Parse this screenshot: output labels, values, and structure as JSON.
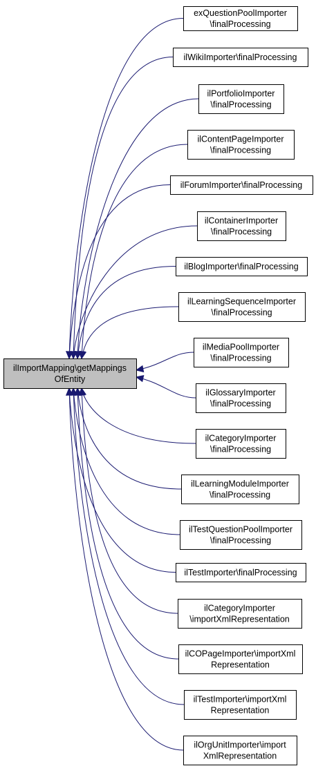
{
  "diagram": {
    "root": {
      "lines": [
        "ilImportMapping\\getMappings",
        "OfEntity"
      ],
      "fill": "#bfbfbf"
    },
    "callers": [
      {
        "lines": [
          "exQuestionPoolImporter",
          "\\finalProcessing"
        ]
      },
      {
        "lines": [
          "ilWikiImporter\\finalProcessing"
        ]
      },
      {
        "lines": [
          "ilPortfolioImporter",
          "\\finalProcessing"
        ]
      },
      {
        "lines": [
          "ilContentPageImporter",
          "\\finalProcessing"
        ]
      },
      {
        "lines": [
          "ilForumImporter\\finalProcessing"
        ]
      },
      {
        "lines": [
          "ilContainerImporter",
          "\\finalProcessing"
        ]
      },
      {
        "lines": [
          "ilBlogImporter\\finalProcessing"
        ]
      },
      {
        "lines": [
          "ilLearningSequenceImporter",
          "\\finalProcessing"
        ]
      },
      {
        "lines": [
          "ilMediaPoolImporter",
          "\\finalProcessing"
        ]
      },
      {
        "lines": [
          "ilGlossaryImporter",
          "\\finalProcessing"
        ]
      },
      {
        "lines": [
          "ilCategoryImporter",
          "\\finalProcessing"
        ]
      },
      {
        "lines": [
          "ilLearningModuleImporter",
          "\\finalProcessing"
        ]
      },
      {
        "lines": [
          "ilTestQuestionPoolImporter",
          "\\finalProcessing"
        ]
      },
      {
        "lines": [
          "ilTestImporter\\finalProcessing"
        ]
      },
      {
        "lines": [
          "ilCategoryImporter",
          "\\importXmlRepresentation"
        ]
      },
      {
        "lines": [
          "ilCOPageImporter\\importXml",
          "Representation"
        ]
      },
      {
        "lines": [
          "ilTestImporter\\importXml",
          "Representation"
        ]
      },
      {
        "lines": [
          "ilOrgUnitImporter\\import",
          "XmlRepresentation"
        ]
      }
    ],
    "colors": {
      "edge": "#191970",
      "node_border": "#000000",
      "node_fill": "#ffffff"
    }
  }
}
